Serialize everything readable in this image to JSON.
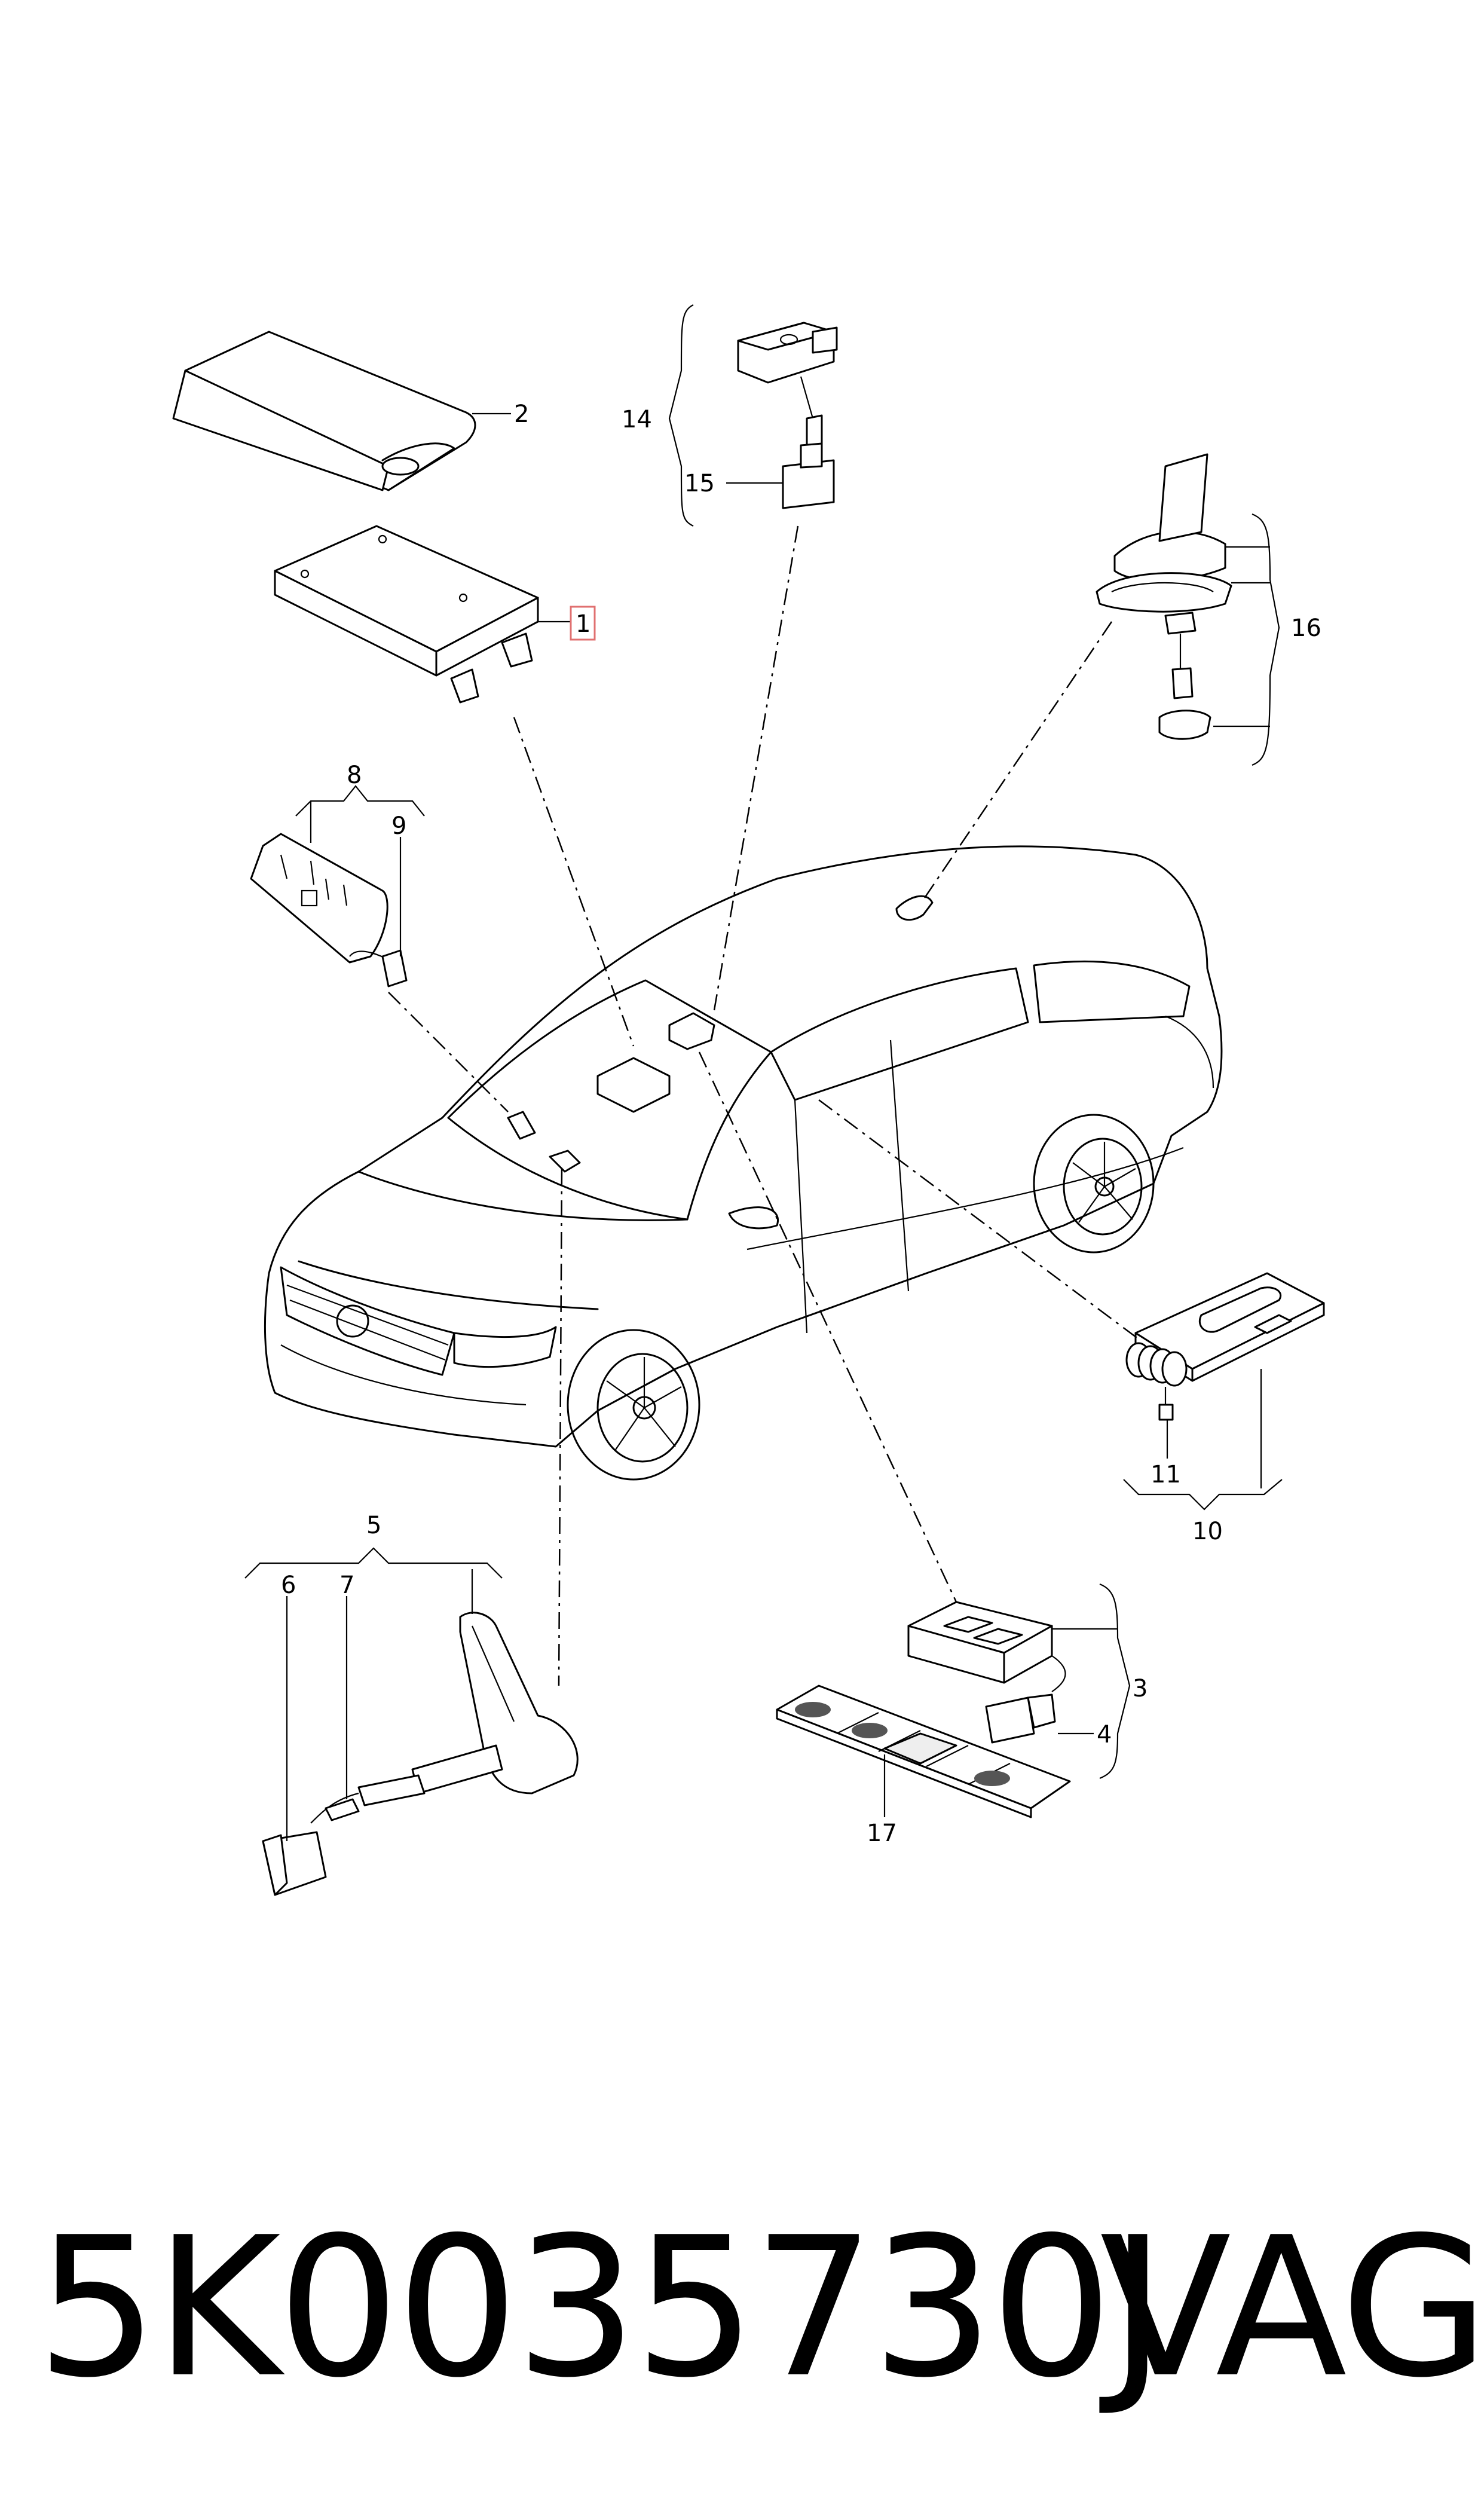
{
  "callouts": [
    {
      "id": "1",
      "text": "1",
      "highlighted": true
    },
    {
      "id": "2",
      "text": "2"
    },
    {
      "id": "3",
      "text": "3"
    },
    {
      "id": "4",
      "text": "4"
    },
    {
      "id": "5",
      "text": "5"
    },
    {
      "id": "6",
      "text": "6"
    },
    {
      "id": "7",
      "text": "7"
    },
    {
      "id": "8",
      "text": "8"
    },
    {
      "id": "9",
      "text": "9"
    },
    {
      "id": "10",
      "text": "10"
    },
    {
      "id": "11",
      "text": "11"
    },
    {
      "id": "14",
      "text": "14"
    },
    {
      "id": "15",
      "text": "15"
    },
    {
      "id": "16",
      "text": "16"
    },
    {
      "id": "17",
      "text": "17"
    }
  ],
  "caption": {
    "part_number": "5K0035730J",
    "brand": "VAG"
  },
  "colors": {
    "line": "#000000",
    "highlight_box": "#e07070",
    "background": "#ffffff"
  }
}
